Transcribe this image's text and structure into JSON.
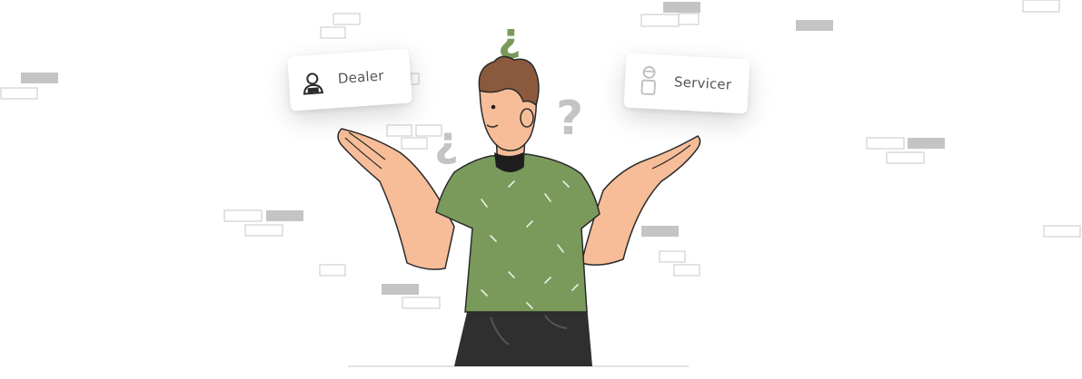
{
  "cards": {
    "dealer": {
      "label": "Dealer",
      "icon": "dealer-user-icon"
    },
    "servicer": {
      "label": "Servicer",
      "icon": "servicer-worker-icon"
    }
  },
  "illustration": {
    "subject": "confused-person-shrugging",
    "marks": [
      "¿",
      "?",
      "¿"
    ]
  },
  "colors": {
    "shirt": "#7a9a5c",
    "skin": "#f6bd98",
    "hair": "#8b5a3c",
    "pants": "#2e2e2e",
    "question_green": "#7a9a5c",
    "question_grey": "#c4c4c4",
    "brick_fill": "#c2c2c2",
    "brick_outline": "#d4d4d4"
  }
}
